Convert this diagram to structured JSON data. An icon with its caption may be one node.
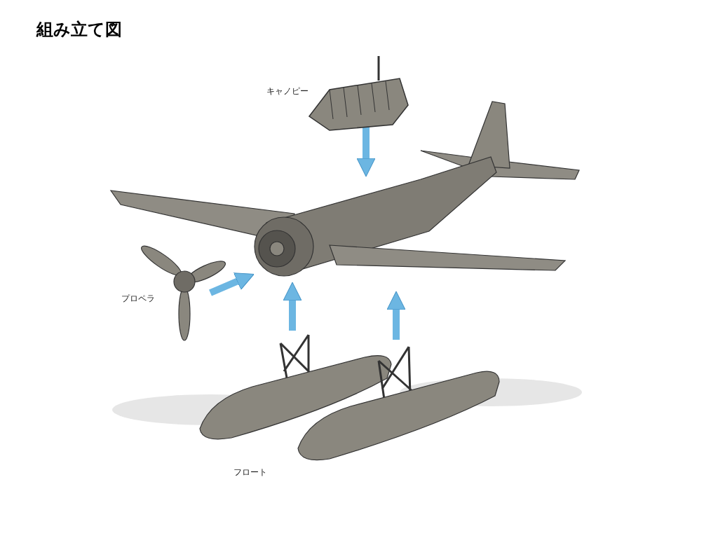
{
  "diagram": {
    "title": "組み立て図",
    "nodes": [
      {
        "text": [],
        "shape": "picture",
        "beside": [
          "キャノピー"
        ]
      },
      {
        "text": [],
        "shape": "picture"
      },
      {
        "text": [],
        "shape": "picture",
        "beside": [
          "プロペラ"
        ]
      },
      {
        "text": [],
        "shape": "picture",
        "beside": [
          "フロート"
        ]
      },
      {
        "text": [],
        "shape": "picture"
      }
    ],
    "edges": [
      {
        "from": 0,
        "to": 1,
        "arrow": "to"
      },
      {
        "from": 2,
        "to": 1,
        "arrow": "to"
      },
      {
        "from": 3,
        "to": 1,
        "arrow": "to"
      },
      {
        "from": 4,
        "to": 1,
        "arrow": "to"
      }
    ]
  }
}
